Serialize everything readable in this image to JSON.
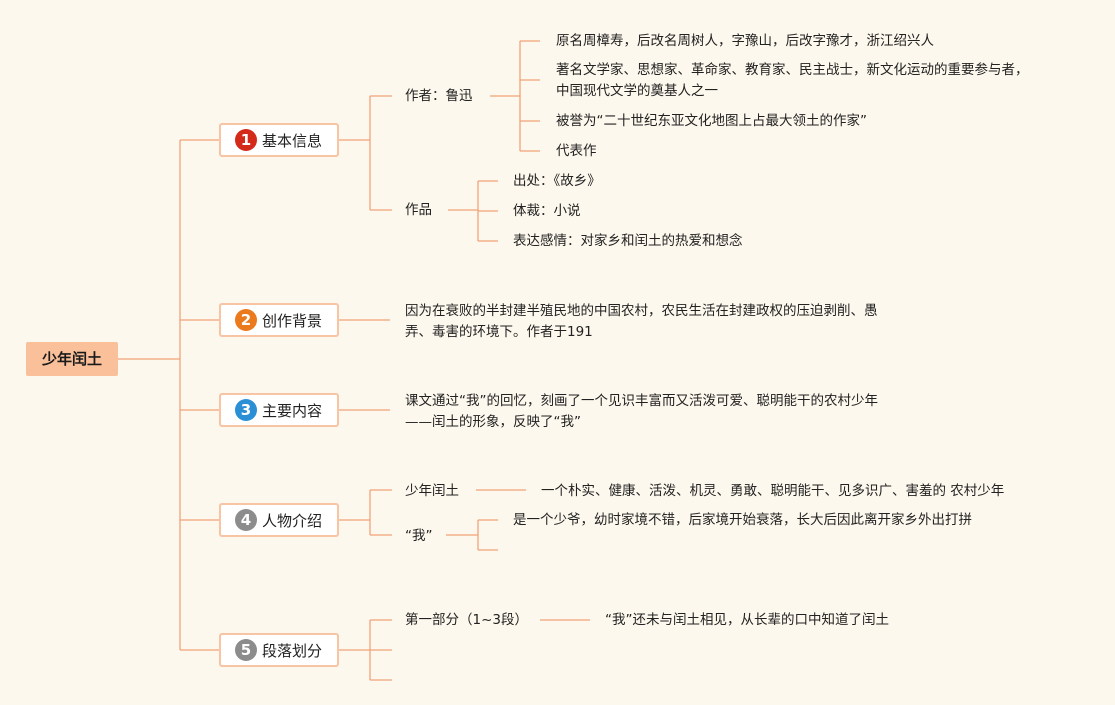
{
  "root": "少年闰土",
  "sections": [
    {
      "num": "1",
      "label": "基本信息",
      "color": "#d42a1a"
    },
    {
      "num": "2",
      "label": "创作背景",
      "color": "#ea7a1c"
    },
    {
      "num": "3",
      "label": "主要内容",
      "color": "#2b8fd6"
    },
    {
      "num": "4",
      "label": "人物介绍",
      "color": "#8c8c8c"
    },
    {
      "num": "5",
      "label": "段落划分",
      "color": "#8c8c8c"
    }
  ],
  "s1": {
    "author_label": "作者：鲁迅",
    "author_items": [
      "原名周樟寿，后改名周树人，字豫山，后改字豫才，浙江绍兴人",
      "著名文学家、思想家、革命家、教育家、民主战士，新文化运动的重要参与者，",
      "中国现代文学的奠基人之一",
      "被誉为“二十世纪东亚文化地图上占最大领土的作家”",
      "代表作"
    ],
    "works_label": "作品",
    "works_items": [
      "出处：《故乡》",
      "体裁：小说",
      "表达感情：对家乡和闰土的热爱和想念"
    ]
  },
  "s2": {
    "line1": "因为在衰败的半封建半殖民地的中国农村，农民生活在封建政权的压迫剥削、愚",
    "line2": "弄、毒害的环境下。作者于191"
  },
  "s3": {
    "line1": "课文通过“我”的回忆，刻画了一个见识丰富而又活泼可爱、聪明能干的农村少年",
    "line2": "——闰土的形象，反映了“我”"
  },
  "s4": {
    "c1_label": "少年闰土",
    "c1_desc": "一个朴实、健康、活泼、机灵、勇敢、聪明能干、见多识广、害羞的 农村少年",
    "c2_label": "“我”",
    "c2_desc": "是一个少爷，幼时家境不错，后家境开始衰落，长大后因此离开家乡外出打拼"
  },
  "s5": {
    "p1_label": "第一部分（1~3段）",
    "p1_desc": "“我”还未与闰土相见，从长辈的口中知道了闰土"
  },
  "colors": {
    "line": "#f3a27a",
    "node_border": "#f7c4a4",
    "root_bg": "#f9c09a",
    "bg": "#fdf8ed"
  }
}
